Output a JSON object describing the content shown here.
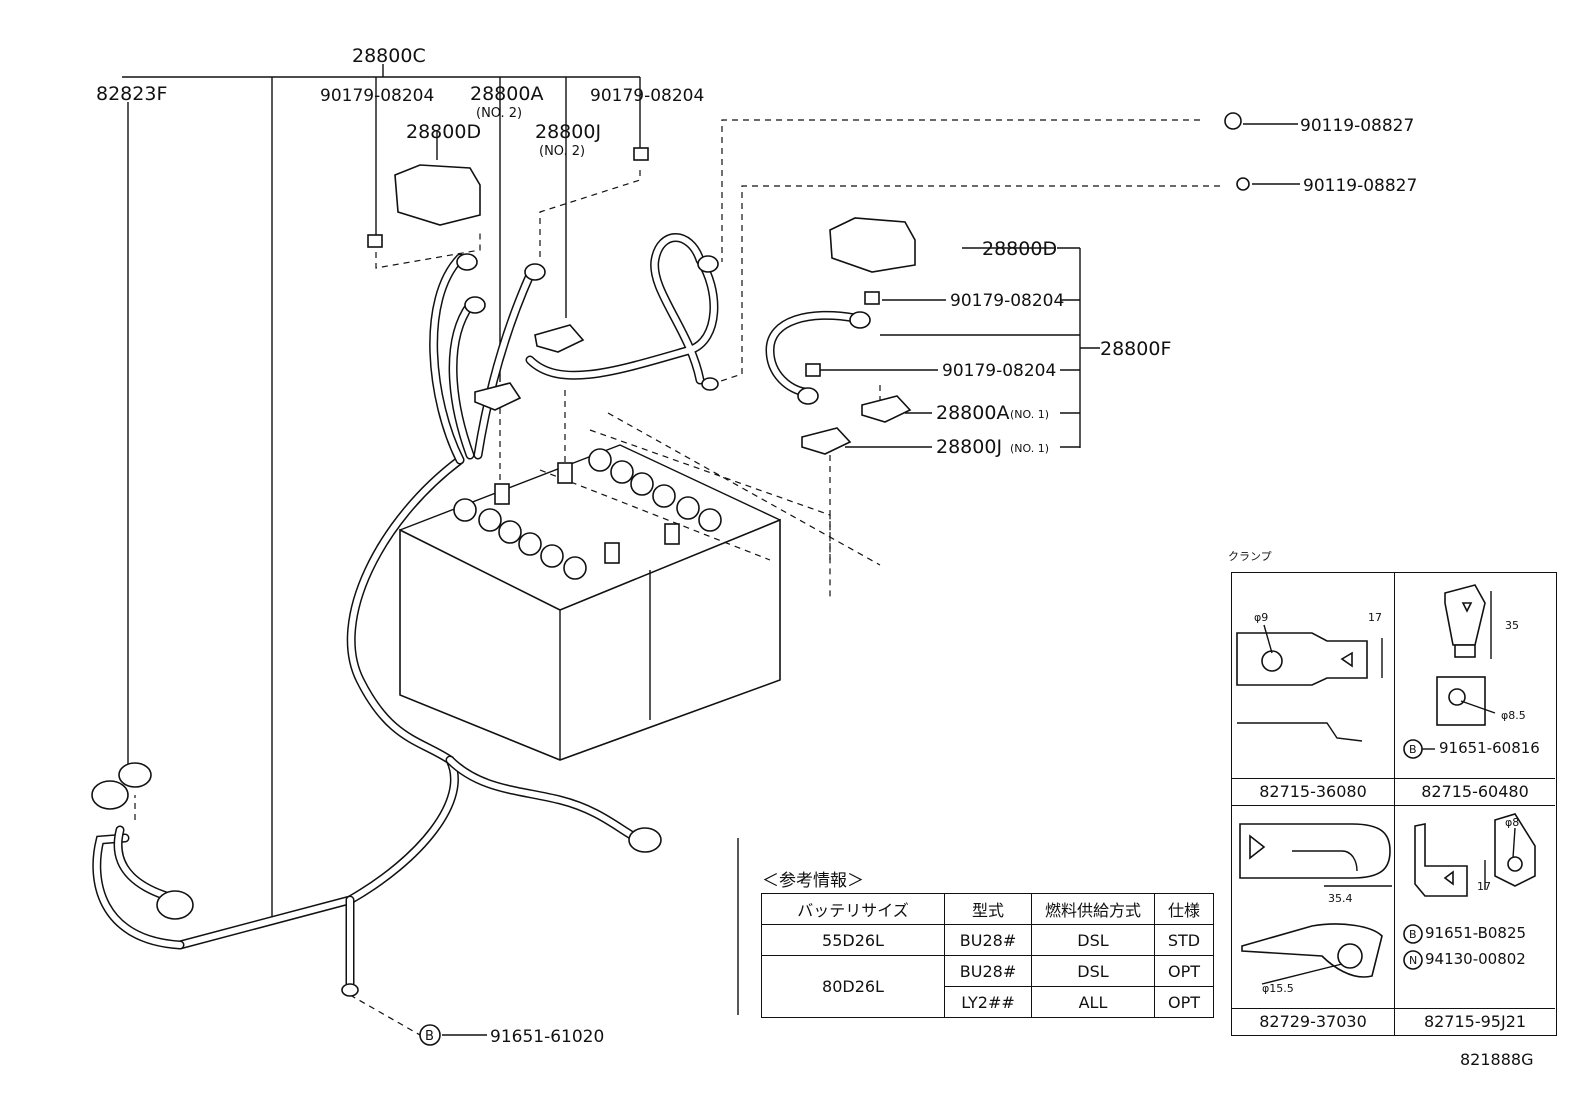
{
  "labels": {
    "c28800C": "28800C",
    "c82823F": "82823F",
    "c90179_a": "90179-08204",
    "c28800A_top": "28800A",
    "c28800A_top_sub": "(NO. 2)",
    "c90179_b": "90179-08204",
    "c28800D_top": "28800D",
    "c28800J_top": "28800J",
    "c28800J_top_sub": "(NO. 2)",
    "c90119_a": "90119-08827",
    "c90119_b": "90119-08827",
    "c28800D_right": "28800D",
    "c90179_c": "90179-08204",
    "c28800F": "28800F",
    "c90179_d": "90179-08204",
    "c28800A_right": "28800A",
    "c28800A_right_sub": "(NO. 1)",
    "c28800J_right": "28800J",
    "c28800J_right_sub": "(NO. 1)",
    "c91651_61020": "91651-61020",
    "b_mark": "B",
    "n_mark": "N"
  },
  "ref_table": {
    "caption": "＜参考情報＞",
    "headers": [
      "バッテリサイズ",
      "型式",
      "燃料供給方式",
      "仕様"
    ],
    "rows": [
      {
        "size": "55D26L",
        "model": "BU28#",
        "fuel": "DSL",
        "spec": "STD"
      },
      {
        "size": "80D26L",
        "model": "BU28#",
        "fuel": "DSL",
        "spec": "OPT"
      },
      {
        "size": "",
        "model": "LY2##",
        "fuel": "ALL",
        "spec": "OPT"
      }
    ]
  },
  "clamps": {
    "title": "クランプ",
    "cells": [
      {
        "part": "82715-36080",
        "dims": [
          "φ9",
          "17"
        ]
      },
      {
        "part": "82715-60480",
        "dims": [
          "35",
          "φ8.5"
        ],
        "extra": "91651-60816"
      },
      {
        "part": "82729-37030",
        "dims": [
          "35.4",
          "φ15.5"
        ]
      },
      {
        "part": "82715-95J21",
        "dims": [
          "φ8",
          "17"
        ],
        "extra": "91651-B0825",
        "extra2": "94130-00802"
      }
    ]
  },
  "diagram_code": "821888G"
}
